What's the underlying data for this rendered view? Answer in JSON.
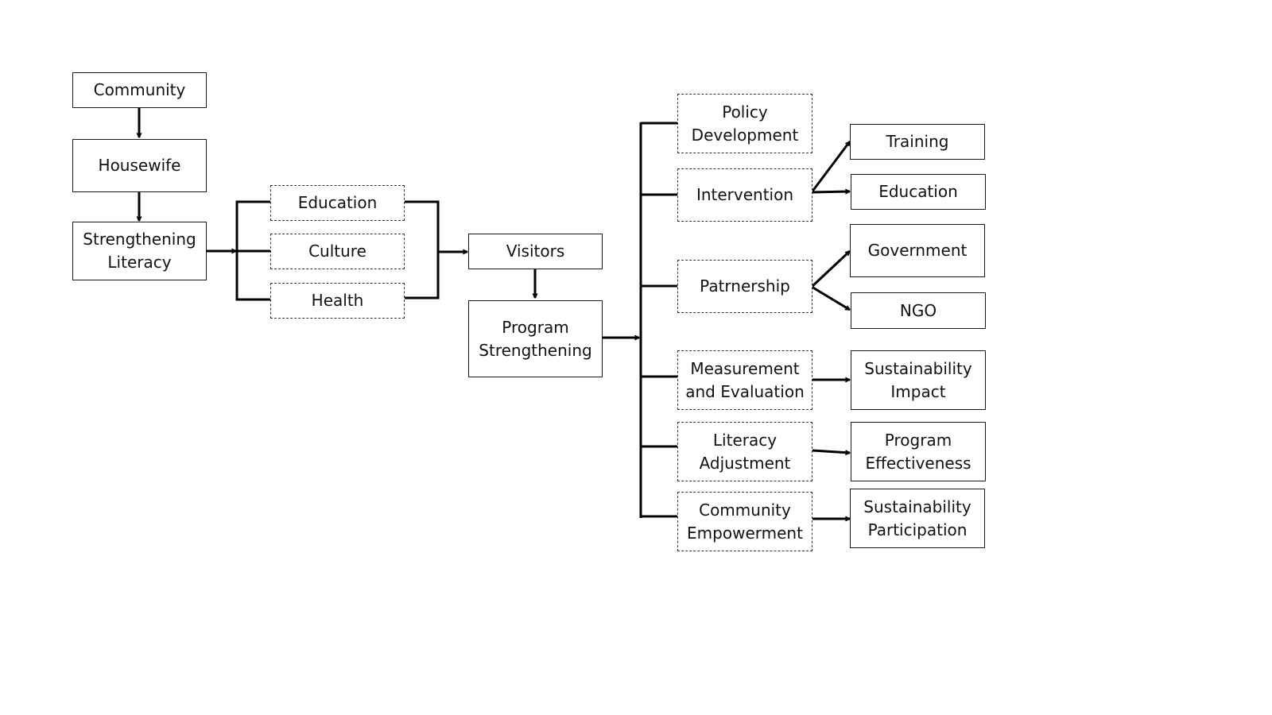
{
  "diagram": {
    "style": {
      "line_color": "#000000",
      "text_color": "#111111",
      "background": "#ffffff"
    },
    "nodes": {
      "community": "Community",
      "housewife": "Housewife",
      "strengthening_literacy": "Strengthening\nLiteracy",
      "education_1": "Education",
      "culture": "Culture",
      "health": "Health",
      "visitors": "Visitors",
      "program_strengthening": "Program\nStrengthening",
      "policy_development": "Policy\nDevelopment",
      "intervention": "Intervention",
      "partnership": "Patrnership",
      "measurement_evaluation": "Measurement\nand Evaluation",
      "literacy_adjustment": "Literacy\nAdjustment",
      "community_empowerment": "Community\nEmpowerment",
      "training": "Training",
      "education_2": "Education",
      "government": "Government",
      "ngo": "NGO",
      "sustainability_impact": "Sustainability\nImpact",
      "program_effectiveness": "Program\nEffectiveness",
      "sustainability_participation": "Sustainability\nParticipation"
    },
    "edges": [
      {
        "from": "community",
        "to": "housewife"
      },
      {
        "from": "housewife",
        "to": "strengthening_literacy"
      },
      {
        "from": "strengthening_literacy",
        "to": "education_1"
      },
      {
        "from": "strengthening_literacy",
        "to": "culture"
      },
      {
        "from": "strengthening_literacy",
        "to": "health"
      },
      {
        "from": "education_1",
        "to": "visitors"
      },
      {
        "from": "culture",
        "to": "visitors"
      },
      {
        "from": "health",
        "to": "visitors"
      },
      {
        "from": "visitors",
        "to": "program_strengthening"
      },
      {
        "from": "program_strengthening",
        "to": "policy_development"
      },
      {
        "from": "program_strengthening",
        "to": "intervention"
      },
      {
        "from": "program_strengthening",
        "to": "partnership"
      },
      {
        "from": "program_strengthening",
        "to": "measurement_evaluation"
      },
      {
        "from": "program_strengthening",
        "to": "literacy_adjustment"
      },
      {
        "from": "program_strengthening",
        "to": "community_empowerment"
      },
      {
        "from": "intervention",
        "to": "training"
      },
      {
        "from": "intervention",
        "to": "education_2"
      },
      {
        "from": "partnership",
        "to": "government"
      },
      {
        "from": "partnership",
        "to": "ngo"
      },
      {
        "from": "measurement_evaluation",
        "to": "sustainability_impact"
      },
      {
        "from": "literacy_adjustment",
        "to": "program_effectiveness"
      },
      {
        "from": "community_empowerment",
        "to": "sustainability_participation"
      }
    ]
  }
}
